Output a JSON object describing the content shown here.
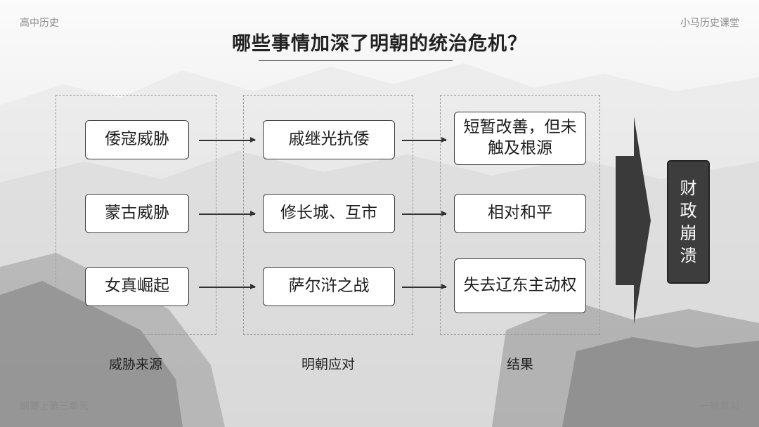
{
  "corners": {
    "top_left": "高中历史",
    "top_right": "小马历史课堂",
    "bottom_left": "纲要上第三单元",
    "bottom_right": "一轮复习"
  },
  "title": "哪些事情加深了明朝的统治危机？",
  "columns": {
    "sources": {
      "label": "威胁来源",
      "items": [
        "倭寇威胁",
        "蒙古威胁",
        "女真崛起"
      ]
    },
    "responses": {
      "label": "明朝应对",
      "items": [
        "戚继光抗倭",
        "修长城、互市",
        "萨尔浒之战"
      ]
    },
    "results": {
      "label": "结果",
      "items": [
        "短暂改善，但未触及根源",
        "相对和平",
        "失去辽东主动权"
      ]
    }
  },
  "final_result": "财政崩溃"
}
